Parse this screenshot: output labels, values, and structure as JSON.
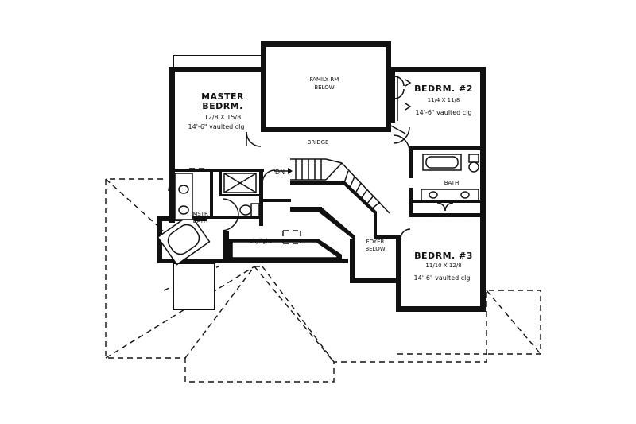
{
  "rooms": {
    "master": {
      "name_line1": "MASTER",
      "name_line2": "BEDRM.",
      "dims": "12/8 X 15/8",
      "ceiling": "14'-6\" vaulted clg"
    },
    "family": {
      "name_line1": "FAMILY RM",
      "name_line2": "BELOW"
    },
    "bedroom2": {
      "name": "BEDRM. #2",
      "dims": "11/4 X 11/8",
      "ceiling": "14'-6\" vaulted clg"
    },
    "bridge": {
      "name": "BRIDGE"
    },
    "stairs": {
      "name": "DN"
    },
    "bath": {
      "name": "BATH"
    },
    "master_bath": {
      "name_line1": "MSTR",
      "name_line2": "BATH"
    },
    "skylight": {
      "name": "skylight"
    },
    "foyer": {
      "name_line1": "FOYER",
      "name_line2": "BELOW"
    },
    "bedroom3": {
      "name": "BEDRM. #3",
      "dims": "11/10 X 12/8",
      "ceiling": "14'-6\" vaulted clg"
    }
  }
}
